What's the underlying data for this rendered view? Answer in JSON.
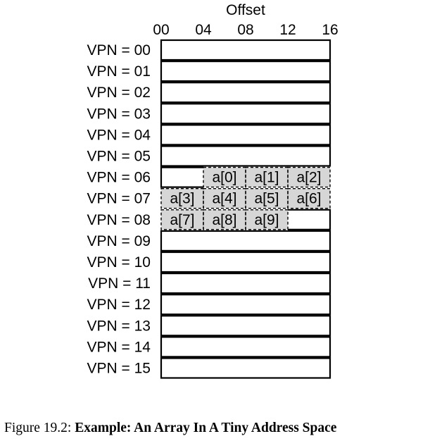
{
  "diagram": {
    "axis_title": "Offset",
    "offset_ticks": [
      "00",
      "04",
      "08",
      "12",
      "16"
    ],
    "row_labels": [
      "VPN = 00",
      "VPN = 01",
      "VPN = 02",
      "VPN = 03",
      "VPN = 04",
      "VPN = 05",
      "VPN = 06",
      "VPN = 07",
      "VPN = 08",
      "VPN = 09",
      "VPN = 10",
      "VPN = 11",
      "VPN = 12",
      "VPN = 13",
      "VPN = 14",
      "VPN = 15"
    ],
    "array_cells": [
      {
        "label": "a[0]",
        "row": 6,
        "col": 1
      },
      {
        "label": "a[1]",
        "row": 6,
        "col": 2
      },
      {
        "label": "a[2]",
        "row": 6,
        "col": 3
      },
      {
        "label": "a[3]",
        "row": 7,
        "col": 0
      },
      {
        "label": "a[4]",
        "row": 7,
        "col": 1
      },
      {
        "label": "a[5]",
        "row": 7,
        "col": 2
      },
      {
        "label": "a[6]",
        "row": 7,
        "col": 3
      },
      {
        "label": "a[7]",
        "row": 8,
        "col": 0
      },
      {
        "label": "a[8]",
        "row": 8,
        "col": 1
      },
      {
        "label": "a[9]",
        "row": 8,
        "col": 2
      }
    ],
    "colors": {
      "array_fill": "#d6d6d6",
      "border": "#000000"
    }
  },
  "caption": {
    "prefix": "Figure 19.2: ",
    "title": "Example: An Array In A Tiny Address Space"
  }
}
